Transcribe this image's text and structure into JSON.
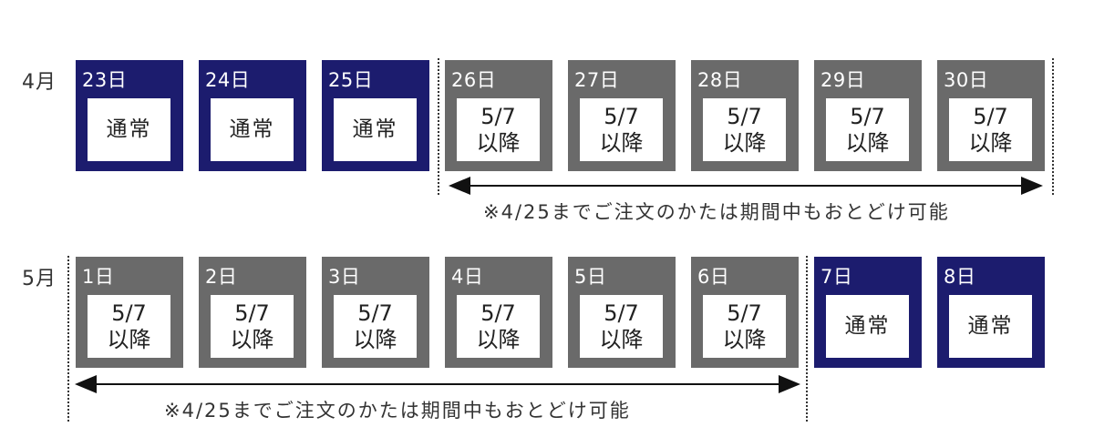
{
  "april": {
    "month_label": "4月",
    "days": [
      {
        "date": "23日",
        "status": "normal",
        "lines": [
          "通常"
        ]
      },
      {
        "date": "24日",
        "status": "normal",
        "lines": [
          "通常"
        ]
      },
      {
        "date": "25日",
        "status": "normal",
        "lines": [
          "通常"
        ]
      },
      {
        "date": "26日",
        "status": "late",
        "lines": [
          "5/7",
          "以降"
        ]
      },
      {
        "date": "27日",
        "status": "late",
        "lines": [
          "5/7",
          "以降"
        ]
      },
      {
        "date": "28日",
        "status": "late",
        "lines": [
          "5/7",
          "以降"
        ]
      },
      {
        "date": "29日",
        "status": "late",
        "lines": [
          "5/7",
          "以降"
        ]
      },
      {
        "date": "30日",
        "status": "late",
        "lines": [
          "5/7",
          "以降"
        ]
      }
    ],
    "note": "※4/25までご注文のかたは期間中もおとどけ可能"
  },
  "may": {
    "month_label": "5月",
    "days": [
      {
        "date": "1日",
        "status": "late",
        "lines": [
          "5/7",
          "以降"
        ]
      },
      {
        "date": "2日",
        "status": "late",
        "lines": [
          "5/7",
          "以降"
        ]
      },
      {
        "date": "3日",
        "status": "late",
        "lines": [
          "5/7",
          "以降"
        ]
      },
      {
        "date": "4日",
        "status": "late",
        "lines": [
          "5/7",
          "以降"
        ]
      },
      {
        "date": "5日",
        "status": "late",
        "lines": [
          "5/7",
          "以降"
        ]
      },
      {
        "date": "6日",
        "status": "late",
        "lines": [
          "5/7",
          "以降"
        ]
      },
      {
        "date": "7日",
        "status": "normal",
        "lines": [
          "通常"
        ]
      },
      {
        "date": "8日",
        "status": "normal",
        "lines": [
          "通常"
        ]
      }
    ],
    "note": "※4/25までご注文のかたは期間中もおとどけ可能"
  },
  "colors": {
    "normal_box": "#1c1c6e",
    "late_box": "#6a6a6a",
    "text": "#222222"
  }
}
